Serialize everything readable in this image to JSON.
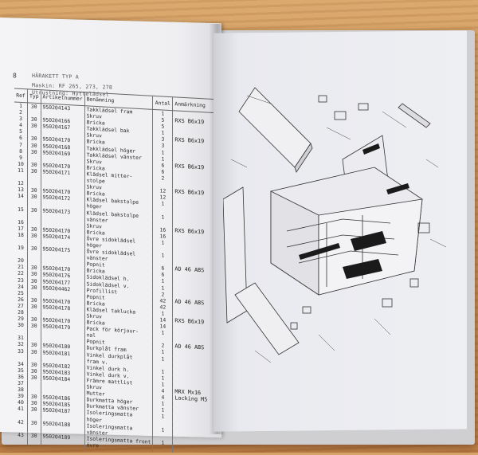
{
  "page_header": {
    "page_number": "8",
    "title": "HÄRAKETT TYP A",
    "machine": "Maskin: RF 265, 273, 278",
    "section": "Utrustning: Hyttelädsel"
  },
  "parts_table": {
    "columns": [
      "Ref",
      "Typ",
      "Artikelnummer",
      "Benämning",
      "Antal",
      "Anmärkning"
    ],
    "rows": [
      {
        "ref": "1",
        "typ": "30",
        "art": "950204143",
        "name": "Takklädsel fram",
        "qty": "1",
        "note": ""
      },
      {
        "ref": "2",
        "typ": "",
        "art": "",
        "name": "Skruv",
        "qty": "5",
        "note": "RXS B6x19"
      },
      {
        "ref": "3",
        "typ": "30",
        "art": "950204166",
        "name": "Bricka",
        "qty": "5",
        "note": ""
      },
      {
        "ref": "4",
        "typ": "30",
        "art": "950204167",
        "name": "Takklädsel bak",
        "qty": "1",
        "note": ""
      },
      {
        "ref": "5",
        "typ": "",
        "art": "",
        "name": "Skruv",
        "qty": "3",
        "note": "RXS B6x19"
      },
      {
        "ref": "6",
        "typ": "30",
        "art": "950204170",
        "name": "Bricka",
        "qty": "3",
        "note": ""
      },
      {
        "ref": "7",
        "typ": "30",
        "art": "950204168",
        "name": "Takklädsel höger",
        "qty": "1",
        "note": ""
      },
      {
        "ref": "8",
        "typ": "30",
        "art": "950204169",
        "name": "Takklädsel vänster",
        "qty": "1",
        "note": ""
      },
      {
        "ref": "9",
        "typ": "",
        "art": "",
        "name": "Skruv",
        "qty": "6",
        "note": "RXS B6x19"
      },
      {
        "ref": "10",
        "typ": "30",
        "art": "950204170",
        "name": "Bricka",
        "qty": "6",
        "note": ""
      },
      {
        "ref": "11",
        "typ": "30",
        "art": "950204171",
        "name": "Klädsel mitter-",
        "qty": "2",
        "note": ""
      },
      {
        "ref": "",
        "typ": "",
        "art": "",
        "name": "stolpe",
        "qty": "",
        "note": ""
      },
      {
        "ref": "12",
        "typ": "",
        "art": "",
        "name": "Skruv",
        "qty": "12",
        "note": "RXS B6x19"
      },
      {
        "ref": "13",
        "typ": "30",
        "art": "950204170",
        "name": "Bricka",
        "qty": "12",
        "note": ""
      },
      {
        "ref": "14",
        "typ": "30",
        "art": "950204172",
        "name": "Klädsel bakstolpe",
        "qty": "1",
        "note": ""
      },
      {
        "ref": "",
        "typ": "",
        "art": "",
        "name": "höger",
        "qty": "",
        "note": ""
      },
      {
        "ref": "15",
        "typ": "30",
        "art": "950204173",
        "name": "Klädsel bakstolpe",
        "qty": "1",
        "note": ""
      },
      {
        "ref": "",
        "typ": "",
        "art": "",
        "name": "vänster",
        "qty": "",
        "note": ""
      },
      {
        "ref": "16",
        "typ": "",
        "art": "",
        "name": "Skruv",
        "qty": "16",
        "note": "RXS B6x19"
      },
      {
        "ref": "17",
        "typ": "30",
        "art": "950204170",
        "name": "Bricka",
        "qty": "16",
        "note": ""
      },
      {
        "ref": "18",
        "typ": "30",
        "art": "950204174",
        "name": "Övre sidoklädsel",
        "qty": "1",
        "note": ""
      },
      {
        "ref": "",
        "typ": "",
        "art": "",
        "name": "höger",
        "qty": "",
        "note": ""
      },
      {
        "ref": "19",
        "typ": "30",
        "art": "950204175",
        "name": "Övre sidoklädsel",
        "qty": "1",
        "note": ""
      },
      {
        "ref": "",
        "typ": "",
        "art": "",
        "name": "vänster",
        "qty": "",
        "note": ""
      },
      {
        "ref": "20",
        "typ": "",
        "art": "",
        "name": "Popnit",
        "qty": "6",
        "note": "AD 46 ABS"
      },
      {
        "ref": "21",
        "typ": "30",
        "art": "950204170",
        "name": "Bricka",
        "qty": "6",
        "note": ""
      },
      {
        "ref": "22",
        "typ": "30",
        "art": "950204176",
        "name": "Sidoklädsel h.",
        "qty": "1",
        "note": ""
      },
      {
        "ref": "23",
        "typ": "30",
        "art": "950204177",
        "name": "Sidoklädsel v.",
        "qty": "1",
        "note": ""
      },
      {
        "ref": "24",
        "typ": "30",
        "art": "950204462",
        "name": "Profillist",
        "qty": "2",
        "note": ""
      },
      {
        "ref": "25",
        "typ": "",
        "art": "",
        "name": "Popnit",
        "qty": "42",
        "note": "AD 46 ABS"
      },
      {
        "ref": "26",
        "typ": "30",
        "art": "950204170",
        "name": "Bricka",
        "qty": "42",
        "note": ""
      },
      {
        "ref": "27",
        "typ": "30",
        "art": "950204178",
        "name": "Klädsel taklucka",
        "qty": "1",
        "note": ""
      },
      {
        "ref": "28",
        "typ": "",
        "art": "",
        "name": "Skruv",
        "qty": "14",
        "note": "RXS B6x19"
      },
      {
        "ref": "29",
        "typ": "30",
        "art": "950204170",
        "name": "Bricka",
        "qty": "14",
        "note": ""
      },
      {
        "ref": "30",
        "typ": "30",
        "art": "950204179",
        "name": "Pack för körjour-",
        "qty": "1",
        "note": ""
      },
      {
        "ref": "",
        "typ": "",
        "art": "",
        "name": "nal",
        "qty": "",
        "note": ""
      },
      {
        "ref": "31",
        "typ": "",
        "art": "",
        "name": "Popnit",
        "qty": "2",
        "note": "AD 46 ABS"
      },
      {
        "ref": "32",
        "typ": "30",
        "art": "950204180",
        "name": "Durkplåt fram",
        "qty": "1",
        "note": ""
      },
      {
        "ref": "33",
        "typ": "30",
        "art": "950204181",
        "name": "Vinkel durkplåt",
        "qty": "1",
        "note": ""
      },
      {
        "ref": "",
        "typ": "",
        "art": "",
        "name": "fram v.",
        "qty": "",
        "note": ""
      },
      {
        "ref": "34",
        "typ": "30",
        "art": "950204182",
        "name": "Vinkel durk h.",
        "qty": "1",
        "note": ""
      },
      {
        "ref": "35",
        "typ": "30",
        "art": "950204183",
        "name": "Vinkel durk v.",
        "qty": "1",
        "note": ""
      },
      {
        "ref": "36",
        "typ": "30",
        "art": "950204184",
        "name": "Främre mattlist",
        "qty": "1",
        "note": ""
      },
      {
        "ref": "37",
        "typ": "",
        "art": "",
        "name": "Skruv",
        "qty": "4",
        "note": "MRX Mx16"
      },
      {
        "ref": "38",
        "typ": "",
        "art": "",
        "name": "Mutter",
        "qty": "4",
        "note": "Locking M5"
      },
      {
        "ref": "39",
        "typ": "30",
        "art": "950204186",
        "name": "Durkmatta höger",
        "qty": "1",
        "note": ""
      },
      {
        "ref": "40",
        "typ": "30",
        "art": "950204185",
        "name": "Durkmatta vänster",
        "qty": "1",
        "note": ""
      },
      {
        "ref": "41",
        "typ": "30",
        "art": "950204187",
        "name": "Isoleringsmatta",
        "qty": "1",
        "note": ""
      },
      {
        "ref": "",
        "typ": "",
        "art": "",
        "name": "höger",
        "qty": "",
        "note": ""
      },
      {
        "ref": "42",
        "typ": "30",
        "art": "950204188",
        "name": "Isoleringsmatta",
        "qty": "1",
        "note": ""
      },
      {
        "ref": "",
        "typ": "",
        "art": "",
        "name": "vänster",
        "qty": "",
        "note": ""
      },
      {
        "ref": "43",
        "typ": "30",
        "art": "950204189",
        "name": "Isoleringsmatta front",
        "qty": "1",
        "note": ""
      },
      {
        "ref": "",
        "typ": "",
        "art": "",
        "name": "övre",
        "qty": "",
        "note": ""
      }
    ]
  },
  "colors": {
    "paper": "#f1f1f4",
    "ink": "#2a2a2a",
    "wood": "#c98e54"
  }
}
